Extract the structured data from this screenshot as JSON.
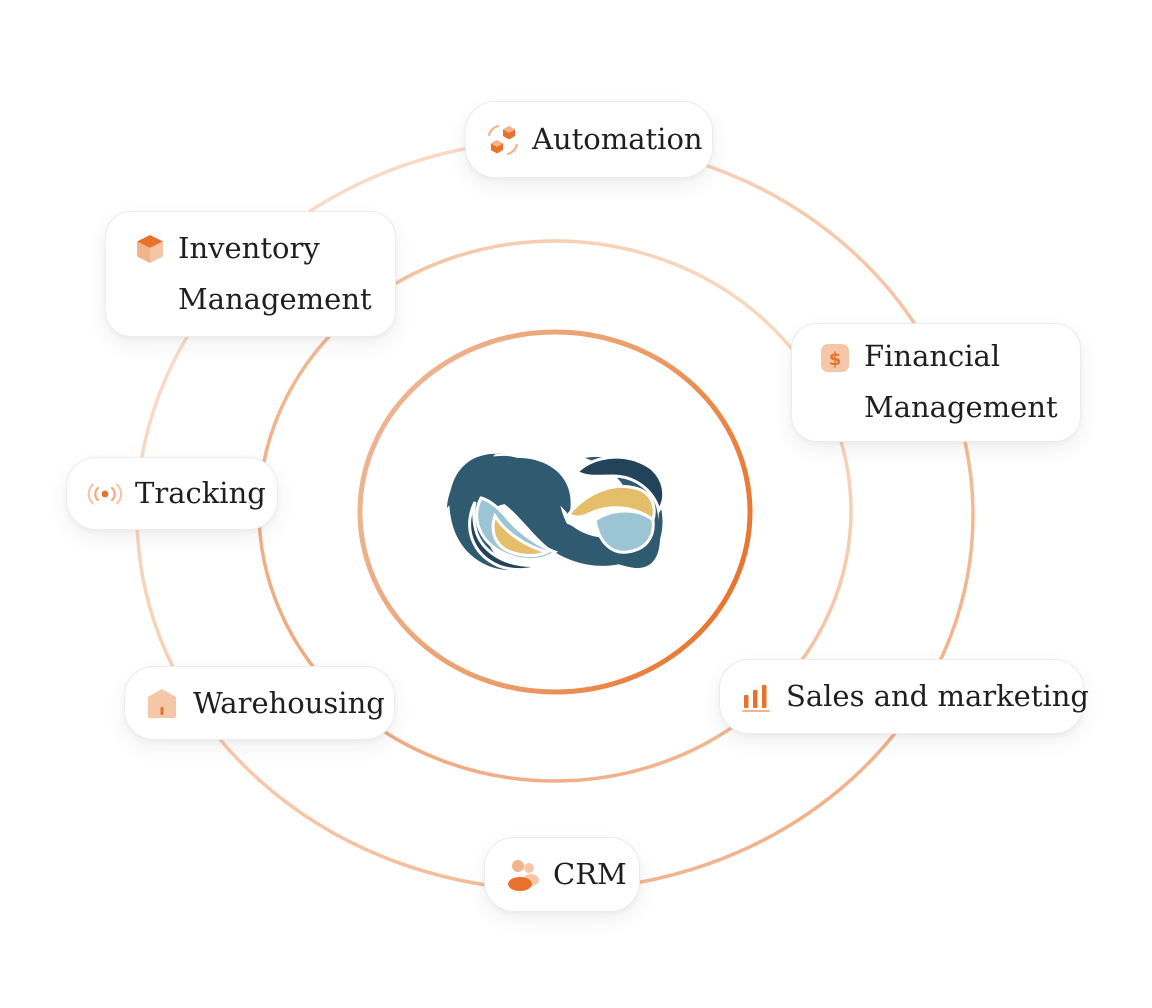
{
  "diagram": {
    "modules": [
      {
        "id": "automation",
        "label": "Automation",
        "icon": "automation-cubes-icon"
      },
      {
        "id": "inventory",
        "label": "Inventory Management",
        "icon": "inventory-box-icon"
      },
      {
        "id": "financial",
        "label": "Financial Management",
        "icon": "dollar-icon"
      },
      {
        "id": "tracking",
        "label": "Tracking",
        "icon": "tracking-signal-icon"
      },
      {
        "id": "sales",
        "label": "Sales and marketing",
        "icon": "bar-chart-icon"
      },
      {
        "id": "warehousing",
        "label": "Warehousing",
        "icon": "warehouse-icon"
      },
      {
        "id": "crm",
        "label": "CRM",
        "icon": "users-icon"
      }
    ],
    "center_logo": "infinity-logo-icon",
    "colors": {
      "accent": "#E8722B",
      "accent_light": "#F3B48B",
      "ring_pale": "#F7D6C0",
      "logo_dark": "#2F5A70",
      "logo_navy": "#22435A",
      "logo_yellow": "#E4BE6A",
      "logo_light_blue": "#9BC5D3"
    }
  }
}
